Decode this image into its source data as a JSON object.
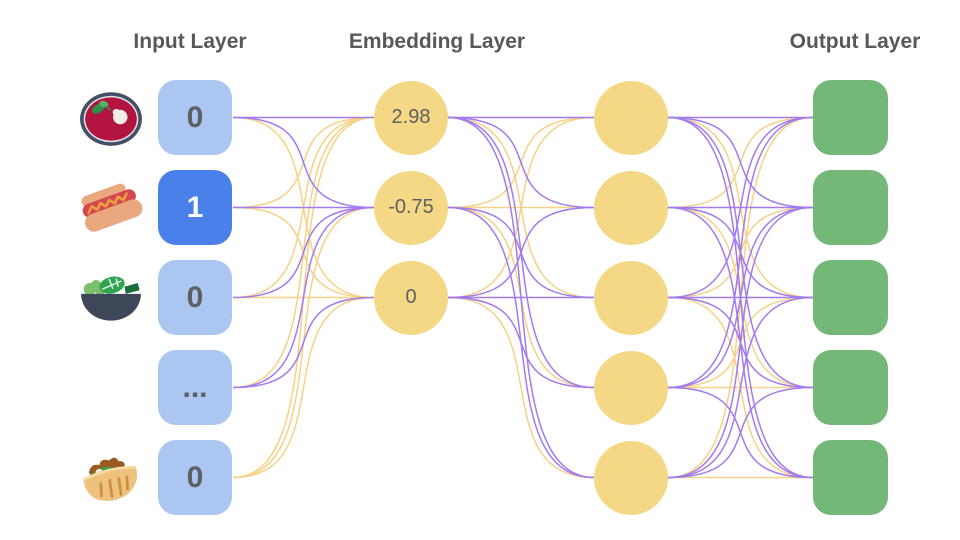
{
  "titles": {
    "input": "Input Layer",
    "embedding": "Embedding Layer",
    "output": "Output Layer"
  },
  "colors": {
    "wire_purple": "#a27bee",
    "wire_yellow": "#f6d186",
    "input_inactive_fill": "#abc6f1",
    "input_active_fill": "#4a80ea",
    "node_yellow_fill": "#f5d885",
    "output_green_fill": "#74b877",
    "title_text": "#57585b",
    "value_text": "#5c6063",
    "active_value_text": "#ffffff"
  },
  "layers": {
    "input": {
      "title": "Input Layer",
      "nodes": [
        {
          "value": "0",
          "icon": "borscht-soup",
          "active": false
        },
        {
          "value": "1",
          "icon": "hot-dog",
          "active": true
        },
        {
          "value": "0",
          "icon": "green-salad",
          "active": false
        },
        {
          "value": "...",
          "icon": null,
          "active": false
        },
        {
          "value": "0",
          "icon": "stuffed-flatbread",
          "active": false
        }
      ]
    },
    "embedding": {
      "title": "Embedding Layer",
      "nodes": [
        {
          "value": "2.98"
        },
        {
          "value": "-0.75"
        },
        {
          "value": "0"
        }
      ]
    },
    "hidden": {
      "nodes": [
        {
          "value": ""
        },
        {
          "value": ""
        },
        {
          "value": ""
        },
        {
          "value": ""
        },
        {
          "value": ""
        }
      ]
    },
    "output": {
      "title": "Output Layer",
      "nodes": [
        {
          "value": ""
        },
        {
          "value": ""
        },
        {
          "value": ""
        },
        {
          "value": ""
        },
        {
          "value": ""
        }
      ]
    }
  },
  "connections": {
    "input_to_embedding": [
      [
        "purple",
        "purple",
        "yellow"
      ],
      [
        "yellow",
        "purple",
        "yellow"
      ],
      [
        "yellow",
        "purple",
        "yellow"
      ],
      [
        "yellow",
        "purple",
        "purple"
      ],
      [
        "yellow",
        "yellow",
        "yellow"
      ]
    ],
    "embedding_to_hidden": [
      [
        "purple",
        "purple",
        "yellow",
        "purple",
        "purple"
      ],
      [
        "yellow",
        "yellow",
        "purple",
        "yellow",
        "purple"
      ],
      [
        "yellow",
        "purple",
        "purple",
        "purple",
        "yellow"
      ]
    ],
    "hidden_to_output": [
      [
        "purple",
        "purple",
        "yellow",
        "purple",
        "purple"
      ],
      [
        "yellow",
        "purple",
        "purple",
        "yellow",
        "purple"
      ],
      [
        "purple",
        "yellow",
        "purple",
        "purple",
        "yellow"
      ],
      [
        "purple",
        "purple",
        "yellow",
        "yellow",
        "purple"
      ],
      [
        "yellow",
        "purple",
        "purple",
        "purple",
        "yellow"
      ]
    ]
  }
}
